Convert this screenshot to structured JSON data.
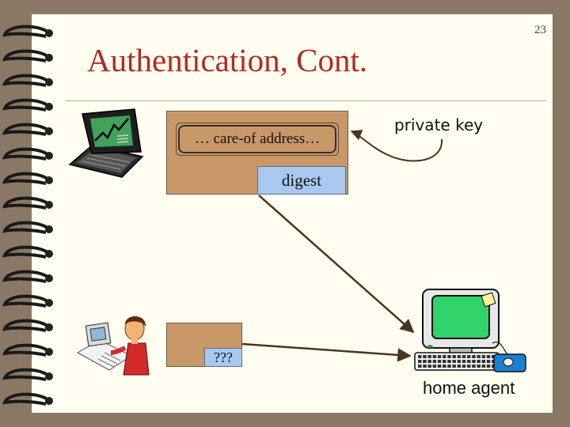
{
  "slide": {
    "page_number": "23",
    "title": "Authentication, Cont."
  },
  "packets": {
    "top": {
      "care_of_address": "… care-of  address…",
      "digest": "digest"
    },
    "bottom": {
      "unknown_field": "???"
    }
  },
  "labels": {
    "private_key": "private key",
    "home_agent": "home agent"
  },
  "colors": {
    "background": "#8b7765",
    "paper": "#fffef0",
    "title": "#b32a1e",
    "packet": "#c89868",
    "digest": "#a8c8f0",
    "arrow": "#4a3322"
  },
  "icons": {
    "spiral_binding": "spiral-binding-icon",
    "laptop": "laptop-clipart-icon",
    "person": "person-at-computer-clipart-icon",
    "desktop": "desktop-computer-clipart-icon"
  }
}
